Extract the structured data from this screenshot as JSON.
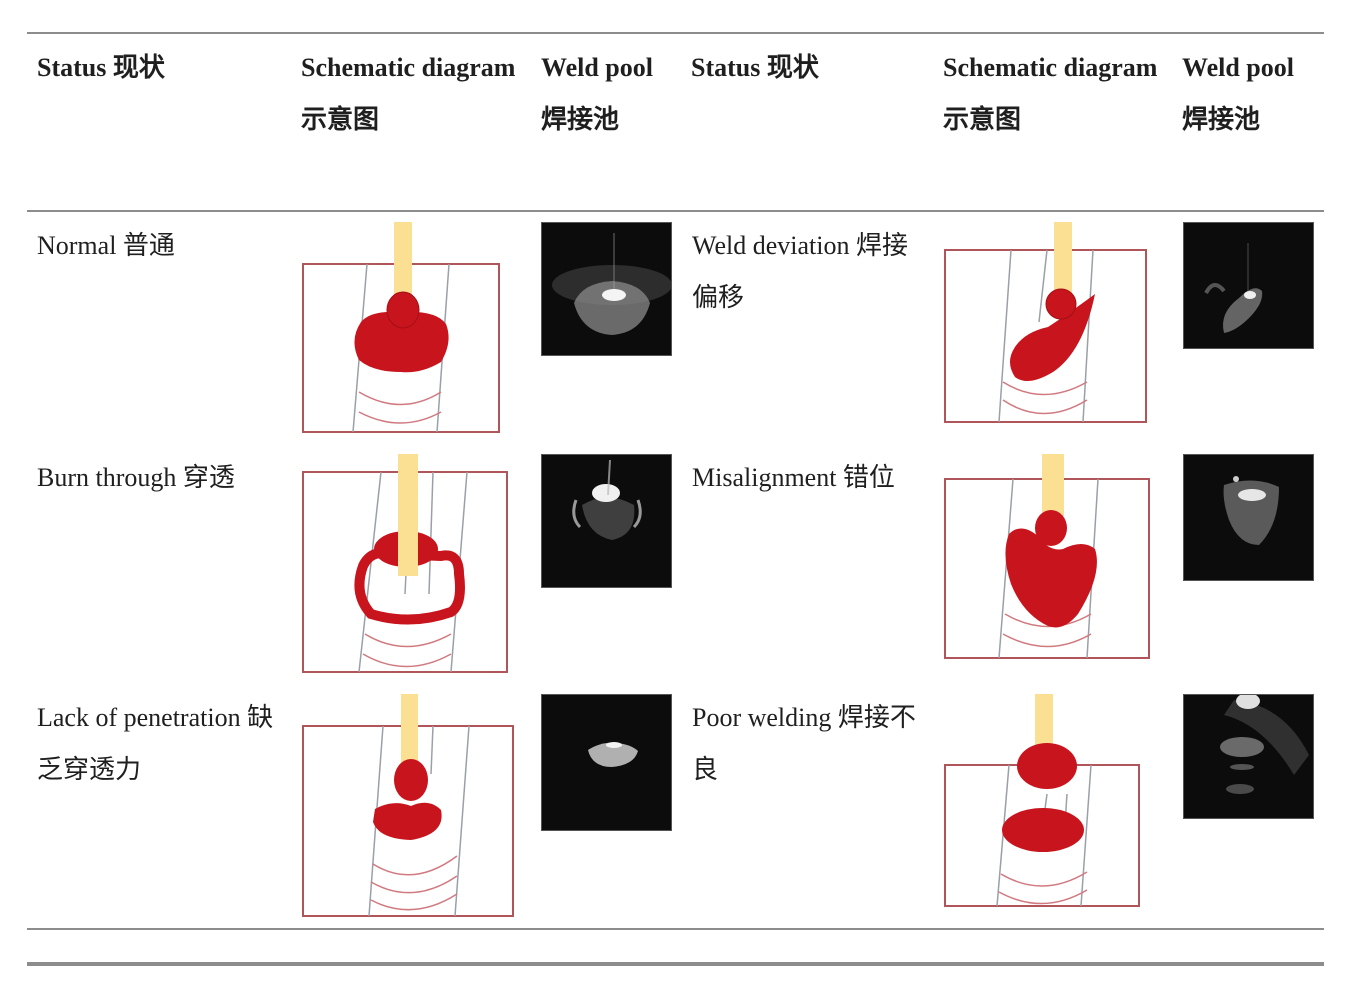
{
  "table": {
    "headers": [
      {
        "en": "Status",
        "zh": "现状"
      },
      {
        "en": "Schematic diagram",
        "zh": "示意图"
      },
      {
        "en": "Weld pool",
        "zh": "焊接池"
      },
      {
        "en": "Status",
        "zh": "现状"
      },
      {
        "en": "Schematic diagram",
        "zh": "示意图"
      },
      {
        "en": "Weld pool",
        "zh": "焊接池"
      }
    ],
    "header_text": [
      "Status 现状",
      "Schematic diagram 示意图",
      "Weld pool 焊接池",
      "Status 现状",
      "Schematic diagram 示意图",
      "Weld pool 焊接池"
    ],
    "rows": [
      {
        "left": {
          "status": "Normal 普通",
          "diagram": "normal-pool-diagram",
          "photo": "normal-weld-pool-photo"
        },
        "right": {
          "status": "Weld deviation 焊接偏移",
          "diagram": "deviation-pool-diagram",
          "photo": "deviation-weld-pool-photo"
        }
      },
      {
        "left": {
          "status": "Burn through 穿透",
          "diagram": "burn-through-diagram",
          "photo": "burn-through-weld-pool-photo"
        },
        "right": {
          "status": "Misalignment 错位",
          "diagram": "misalignment-diagram",
          "photo": "misalignment-weld-pool-photo"
        }
      },
      {
        "left": {
          "status": "Lack of penetration 缺乏穿透力",
          "diagram": "lack-of-penetration-diagram",
          "photo": "lack-of-penetration-weld-pool-photo"
        },
        "right": {
          "status": "Poor welding 焊接不良",
          "diagram": "poor-welding-diagram",
          "photo": "poor-welding-weld-pool-photo"
        }
      }
    ]
  },
  "colors": {
    "pool_red": "#c8141c",
    "electrode_yellow": "#fbdf92",
    "plate_border": "#b0555a",
    "seam_line": "#9aa0a8",
    "ripple": "#d07a80",
    "rule_gray": "#8c8c8c",
    "photo_bg": "#0c0c0c"
  }
}
